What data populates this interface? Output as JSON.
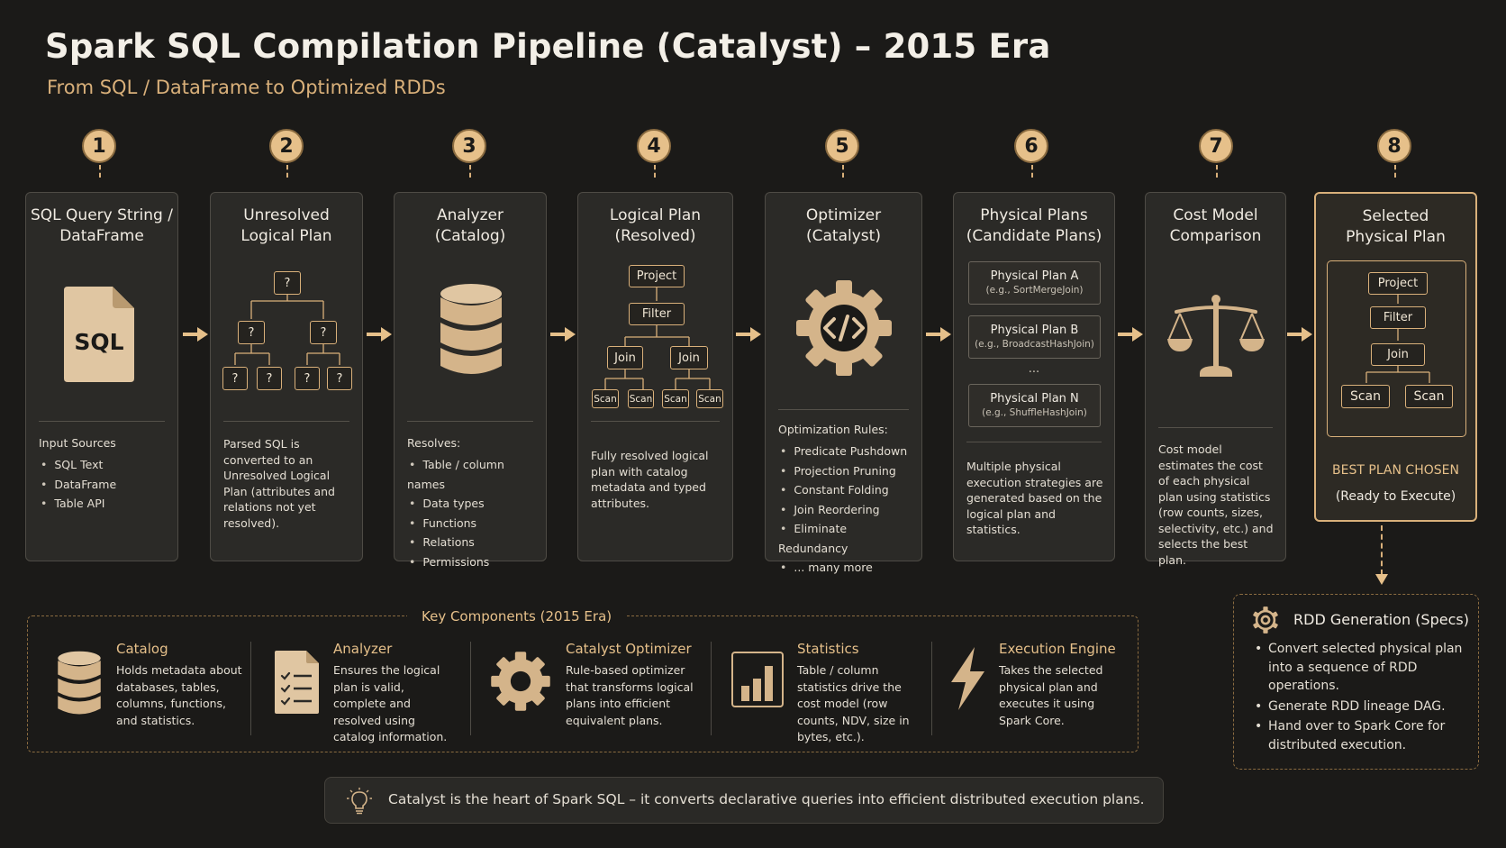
{
  "title": "Spark SQL Compilation Pipeline (Catalyst) – 2015 Era",
  "subtitle": "From SQL / DataFrame to Optimized RDDs",
  "colors": {
    "accent": "#e6c08a",
    "background": "#1b1a18",
    "card": "#2b2a27"
  },
  "steps": [
    {
      "num": "1",
      "title": "SQL Query String /\nDataFrame",
      "icon": "sql-file-icon",
      "icon_text": "SQL",
      "list_header": "Input Sources",
      "items": [
        "SQL Text",
        "DataFrame",
        "Table API"
      ]
    },
    {
      "num": "2",
      "title": "Unresolved\nLogical Plan",
      "icon": "unresolved-tree-icon",
      "node_label": "?",
      "desc": "Parsed SQL is converted to an Unresolved Logical Plan (attributes and relations not yet resolved)."
    },
    {
      "num": "3",
      "title": "Analyzer\n(Catalog)",
      "icon": "database-icon",
      "list_header": "Resolves:",
      "items": [
        "Table / column names",
        "Data types",
        "Functions",
        "Relations",
        "Permissions"
      ]
    },
    {
      "num": "4",
      "title": "Logical Plan\n(Resolved)",
      "icon": "plan-tree-icon",
      "nodes": {
        "project": "Project",
        "filter": "Filter",
        "join": "Join",
        "scan": "Scan"
      },
      "desc": "Fully resolved logical plan with catalog metadata and typed attributes."
    },
    {
      "num": "5",
      "title": "Optimizer\n(Catalyst)",
      "icon": "code-gear-icon",
      "list_header": "Optimization Rules:",
      "items": [
        "Predicate Pushdown",
        "Projection Pruning",
        "Constant Folding",
        "Join Reordering",
        "Eliminate Redundancy",
        "... many more"
      ]
    },
    {
      "num": "6",
      "title": "Physical Plans\n(Candidate Plans)",
      "plans": [
        {
          "name": "Physical Plan A",
          "detail": "(e.g., SortMergeJoin)"
        },
        {
          "name": "Physical Plan B",
          "detail": "(e.g., BroadcastHashJoin)"
        },
        {
          "name": "Physical Plan N",
          "detail": "(e.g., ShuffleHashJoin)"
        }
      ],
      "ellipsis": "...",
      "desc": "Multiple physical execution strategies are generated based on the logical plan and statistics."
    },
    {
      "num": "7",
      "title": "Cost Model\nComparison",
      "icon": "scales-icon",
      "desc": "Cost model estimates the cost of each physical plan using statistics (row counts, sizes, selectivity, etc.) and selects the best plan."
    },
    {
      "num": "8",
      "title": "Selected\nPhysical Plan",
      "nodes": {
        "project": "Project",
        "filter": "Filter",
        "join": "Join",
        "scan": "Scan"
      },
      "best": "BEST PLAN CHOSEN",
      "ready": "(Ready to Execute)"
    }
  ],
  "key_components": {
    "title": "Key Components (2015 Era)",
    "items": [
      {
        "name": "Catalog",
        "icon": "database-icon",
        "desc": "Holds metadata about databases, tables, columns, functions, and statistics."
      },
      {
        "name": "Analyzer",
        "icon": "checklist-icon",
        "desc": "Ensures the logical plan is valid, complete and resolved using catalog information."
      },
      {
        "name": "Catalyst Optimizer",
        "icon": "gear-icon",
        "desc": "Rule-based optimizer that transforms logical plans into efficient equivalent plans."
      },
      {
        "name": "Statistics",
        "icon": "bar-chart-icon",
        "desc": "Table / column statistics drive the cost model (row counts, NDV, size in bytes, etc.)."
      },
      {
        "name": "Execution Engine",
        "icon": "lightning-icon",
        "desc": "Takes the selected physical plan and executes it using Spark Core."
      }
    ]
  },
  "rdd": {
    "title": "RDD Generation (Specs)",
    "icon": "gear-icon",
    "items": [
      "Convert selected physical plan into a sequence of RDD operations.",
      "Generate RDD lineage DAG.",
      "Hand over to Spark Core for distributed execution."
    ]
  },
  "footer": {
    "icon": "lightbulb-icon",
    "text": "Catalyst is the heart of Spark SQL – it converts declarative queries into efficient distributed execution plans."
  }
}
